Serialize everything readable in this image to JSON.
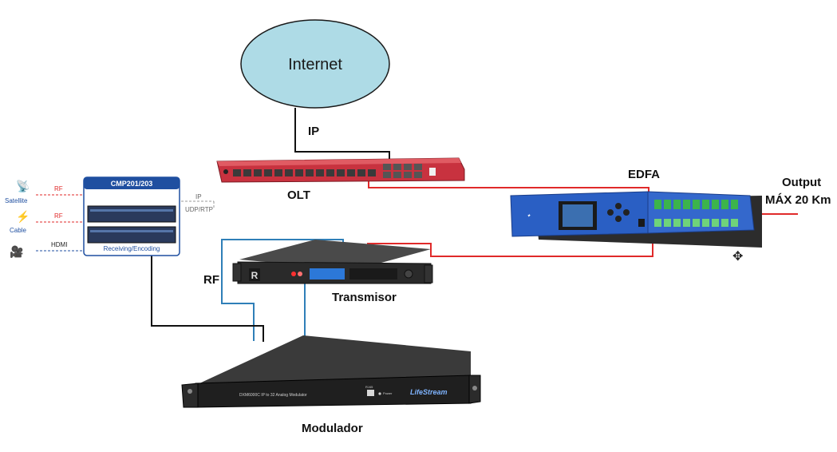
{
  "cloud": {
    "label": "Internet"
  },
  "links": {
    "ip": "IP",
    "rf": "RF"
  },
  "devices": {
    "olt": "OLT",
    "edfa": "EDFA",
    "transmisor": "Transmisor",
    "modulador": "Modulador",
    "output_line1": "Output",
    "output_line2": "MÁX 20 Km"
  },
  "encoder_panel": {
    "title": "CMP201/203",
    "caption": "Receiving/Encoding",
    "inputs": [
      {
        "source": "Satellite",
        "signal": "RF"
      },
      {
        "source": "Cable",
        "signal": "RF"
      },
      {
        "source": "",
        "signal": "HDMI"
      }
    ],
    "out_ip": "IP",
    "out_proto": "UDP/RTP"
  },
  "modulator_panel": {
    "model": "DXM6000C IP to 32 Analog Modulator",
    "brand": "LifeStream",
    "port_label": "RJ45",
    "power_label": "Power"
  },
  "colors": {
    "cloud_fill": "#aedbe6",
    "red_link": "#e02a2a",
    "blue_link": "#2f7fb8",
    "black_link": "#111111",
    "olt_red": "#c8323f",
    "edfa_blue": "#2a5fc4",
    "encoder_blue": "#1f4fa0"
  }
}
